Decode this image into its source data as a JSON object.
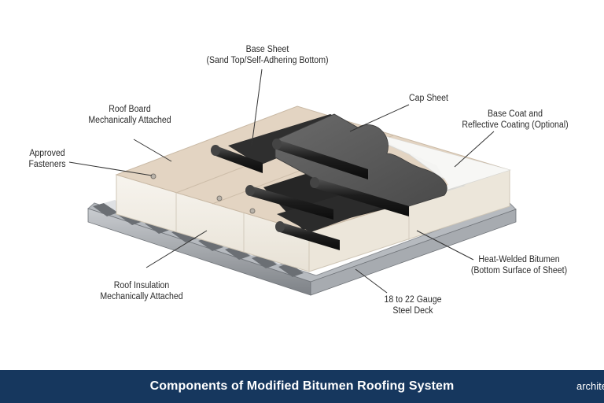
{
  "labels": {
    "base_sheet": [
      "Base Sheet",
      "(Sand Top/Self-Adhering Bottom)"
    ],
    "cap_sheet": [
      "Cap Sheet"
    ],
    "roof_board": [
      "Roof Board",
      "Mechanically Attached"
    ],
    "base_coat": [
      "Base Coat and",
      "Reflective Coating (Optional)"
    ],
    "fasteners": [
      "Approved",
      "Fasteners"
    ],
    "heat_welded": [
      "Heat-Welded Bitumen",
      "(Bottom Surface of Sheet)"
    ],
    "insulation": [
      "Roof Insulation",
      "Mechanically Attached"
    ],
    "steel_deck": [
      "18 to 22 Gauge",
      "Steel Deck"
    ]
  },
  "footer": {
    "title": "Components of Modified Bitumen Roofing System",
    "logo_text": "archite"
  },
  "colors": {
    "footer_bg": "#16375e",
    "board": "#e2d2c0",
    "insulation": "#f3efe7",
    "membrane": "#2e2e2e",
    "cap": "#5a5a5a",
    "coating": "#f4f4f2",
    "deck": "#9a9ea3"
  }
}
